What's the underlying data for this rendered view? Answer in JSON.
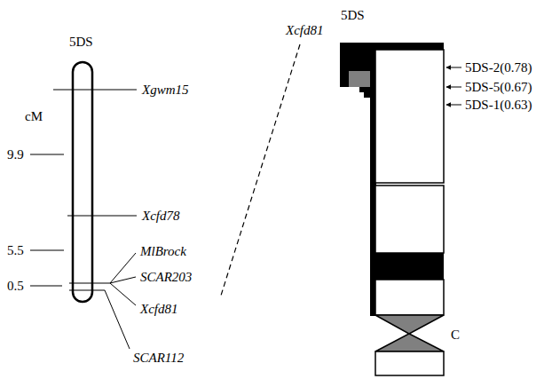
{
  "diagram": {
    "labels": [
      "5DS",
      "cM",
      "9.9",
      "5.5",
      "0.5",
      "Xgwm15",
      "Xcfd78",
      "MlBrock",
      "SCAR203",
      "Xcfd81",
      "SCAR112",
      "Xcfd81",
      "5DS",
      "5DS-2(0.78)",
      "5DS-5(0.67)",
      "5DS-1(0.63)",
      "C"
    ]
  }
}
